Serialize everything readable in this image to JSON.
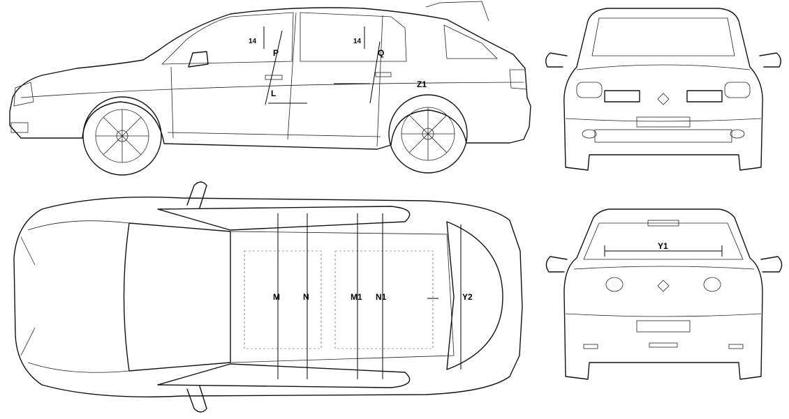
{
  "views": {
    "side": "side-view",
    "front": "front-view",
    "top": "top-view",
    "rear": "rear-view"
  },
  "labels": {
    "p": "P",
    "q": "Q",
    "l": "L",
    "z1": "Z1",
    "angle_front": "14",
    "angle_rear": "14",
    "m": "M",
    "n": "N",
    "m1": "M1",
    "n1": "N1",
    "y2": "Y2",
    "y1": "Y1"
  }
}
